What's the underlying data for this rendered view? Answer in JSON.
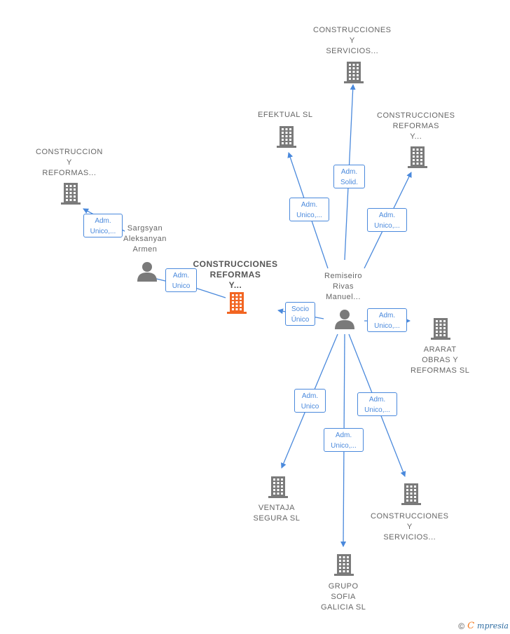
{
  "colors": {
    "edge": "#4a89dc",
    "building": "#7a7a7a",
    "building_main": "#f26522",
    "person": "#7a7a7a",
    "label": "#666666"
  },
  "nodes": [
    {
      "id": "central",
      "type": "company",
      "highlight": true,
      "lines": [
        "CONSTRUCCIONES",
        "REFORMAS",
        "Y..."
      ]
    },
    {
      "id": "c1",
      "type": "company",
      "lines": [
        "CONSTRUCCION",
        "Y",
        "REFORMAS..."
      ]
    },
    {
      "id": "c2",
      "type": "company",
      "lines": [
        "CONSTRUCCIONES",
        "Y",
        "SERVICIOS..."
      ]
    },
    {
      "id": "c3",
      "type": "company",
      "lines": [
        "EFEKTUAL SL"
      ]
    },
    {
      "id": "c4",
      "type": "company",
      "lines": [
        "CONSTRUCCIONES",
        "REFORMAS",
        "Y..."
      ]
    },
    {
      "id": "c5",
      "type": "company",
      "lines": [
        "ARARAT",
        "OBRAS Y",
        "REFORMAS  SL"
      ]
    },
    {
      "id": "c6",
      "type": "company",
      "lines": [
        "VENTAJA",
        "SEGURA SL"
      ]
    },
    {
      "id": "c7",
      "type": "company",
      "lines": [
        "GRUPO",
        "SOFIA",
        "GALICIA SL"
      ]
    },
    {
      "id": "c8",
      "type": "company",
      "lines": [
        "CONSTRUCCIONES",
        "Y",
        "SERVICIOS..."
      ]
    },
    {
      "id": "p1",
      "type": "person",
      "lines": [
        "Sargsyan",
        "Aleksanyan",
        "Armen"
      ]
    },
    {
      "id": "p2",
      "type": "person",
      "lines": [
        "Remiseiro",
        "Rivas",
        "Manuel..."
      ]
    }
  ],
  "edges": [
    {
      "id": "e1",
      "lines": [
        "Adm.",
        "Unico,..."
      ]
    },
    {
      "id": "e2",
      "lines": [
        "Adm.",
        "Unico"
      ]
    },
    {
      "id": "e3",
      "lines": [
        "Adm.",
        "Solid."
      ]
    },
    {
      "id": "e4",
      "lines": [
        "Adm.",
        "Unico,..."
      ]
    },
    {
      "id": "e5",
      "lines": [
        "Adm.",
        "Unico,..."
      ]
    },
    {
      "id": "e6",
      "lines": [
        "Socio",
        "Único"
      ]
    },
    {
      "id": "e7",
      "lines": [
        "Adm.",
        "Unico,..."
      ]
    },
    {
      "id": "e8",
      "lines": [
        "Adm.",
        "Unico"
      ]
    },
    {
      "id": "e9",
      "lines": [
        "Adm.",
        "Unico,..."
      ]
    },
    {
      "id": "e10",
      "lines": [
        "Adm.",
        "Unico,..."
      ]
    }
  ],
  "footer": {
    "copyright": "©",
    "brand_initial": "C",
    "brand": "mpresia"
  }
}
